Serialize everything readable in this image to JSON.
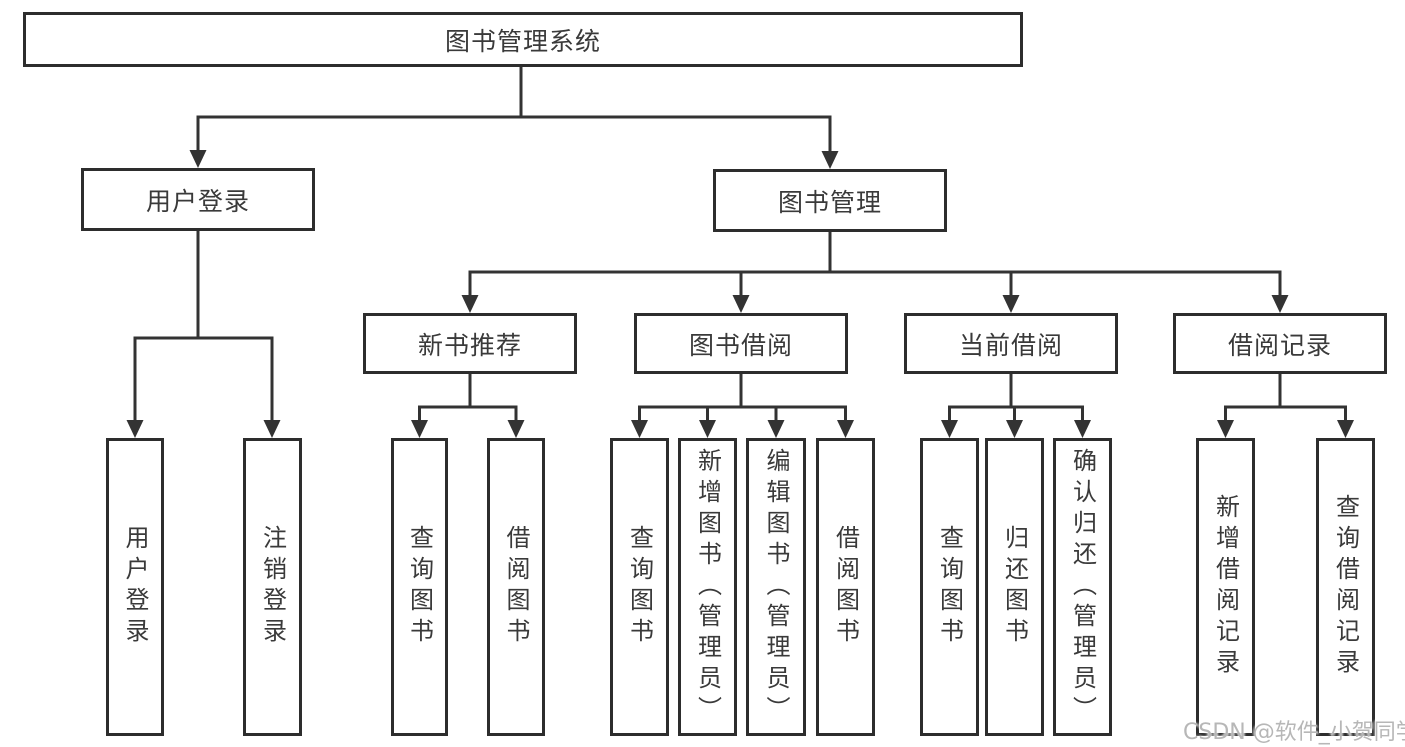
{
  "nodes": {
    "root": "图书管理系统",
    "user_login": "用户登录",
    "book_mgmt": "图书管理",
    "new_books": "新书推荐",
    "book_borrow": "图书借阅",
    "current_borrow": "当前借阅",
    "borrow_records": "借阅记录",
    "leaf_user_login": "用户登录",
    "leaf_logout": "注销登录",
    "leaf_nb_query": "查询图书",
    "leaf_nb_borrow": "借阅图书",
    "leaf_bb_query": "查询图书",
    "leaf_bb_add": "新增图书（管理员）",
    "leaf_bb_edit": "编辑图书（管理员）",
    "leaf_bb_borrow": "借阅图书",
    "leaf_cb_query": "查询图书",
    "leaf_cb_return": "归还图书",
    "leaf_cb_confirm": "确认归还（管理员）",
    "leaf_br_add": "新增借阅记录",
    "leaf_br_query": "查询借阅记录"
  },
  "watermark": "CSDN @软件_小贺同学",
  "colors": {
    "line": "#333333",
    "box_border": "#2d2d2d",
    "text": "#3a3a3a",
    "watermark": "#b7b7b7",
    "background": "#ffffff"
  }
}
